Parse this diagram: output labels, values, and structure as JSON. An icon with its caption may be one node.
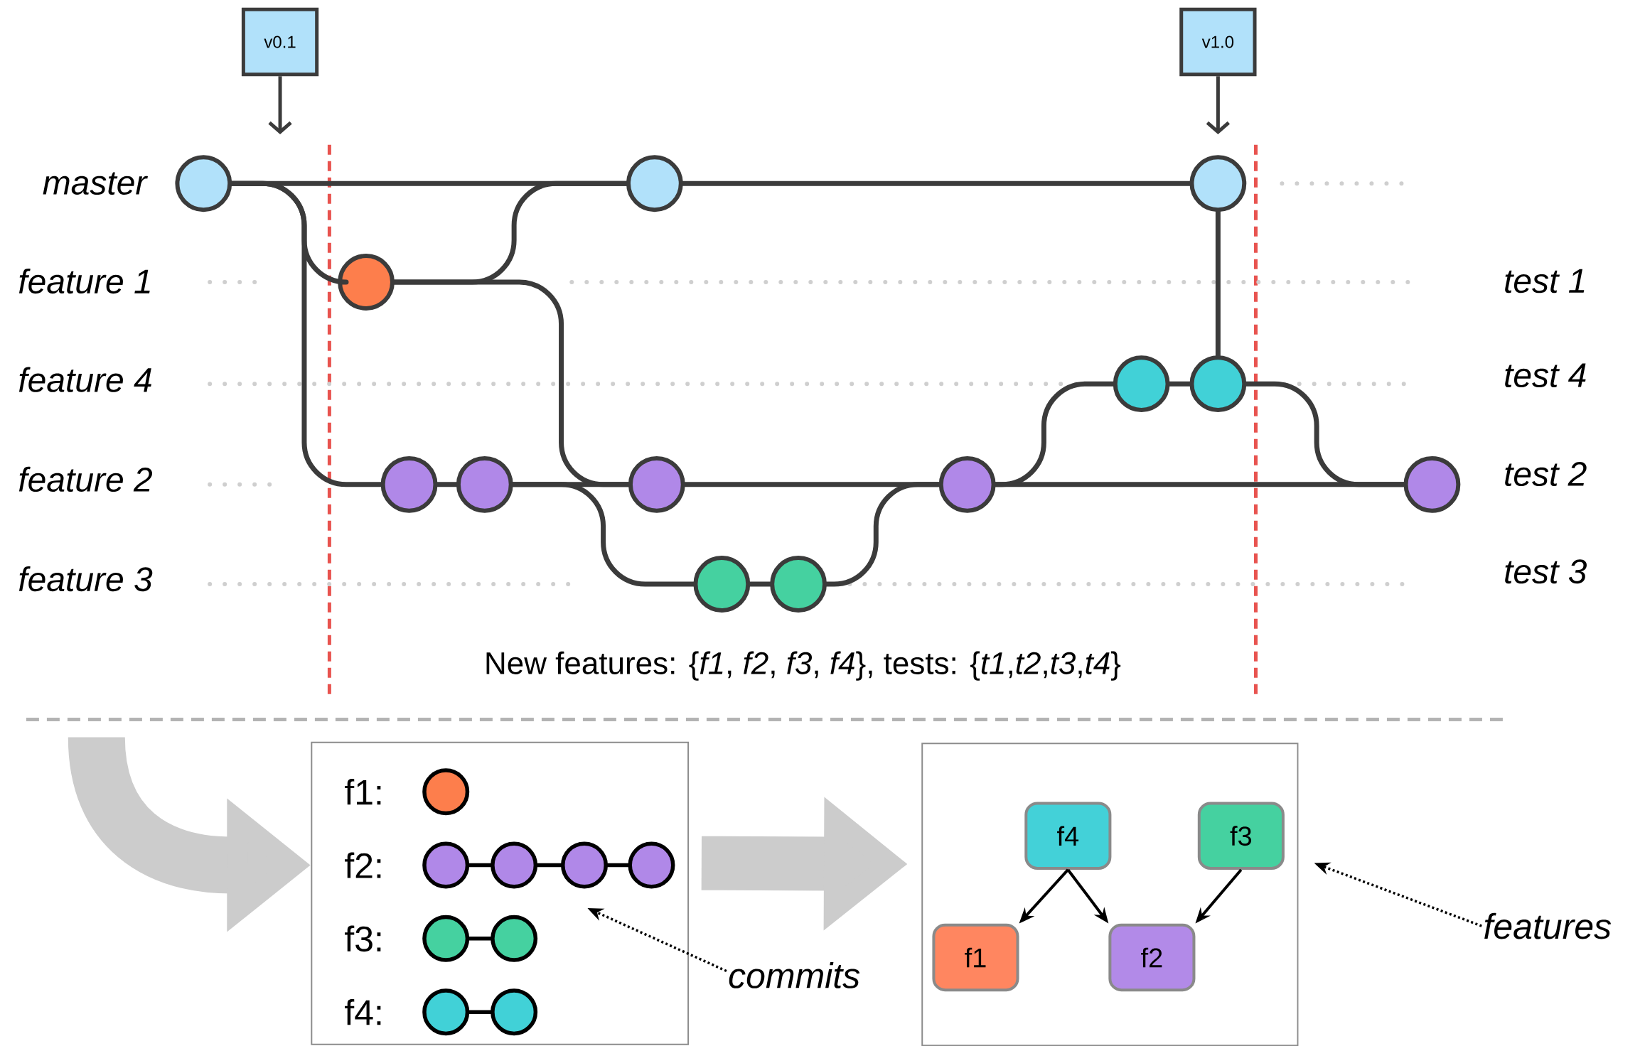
{
  "diagram": {
    "nodes": [
      {
        "text": [
          "v0.1"
        ]
      },
      {
        "text": [
          "v1.0"
        ]
      },
      {
        "text": [],
        "shape": "circle"
      },
      {
        "text": [],
        "shape": "circle"
      },
      {
        "text": [],
        "shape": "circle"
      },
      {
        "text": [],
        "shape": "circle"
      },
      {
        "text": [],
        "shape": "circle"
      },
      {
        "text": [],
        "shape": "circle"
      },
      {
        "text": [],
        "shape": "circle"
      },
      {
        "text": [],
        "shape": "circle"
      },
      {
        "text": [],
        "shape": "circle"
      },
      {
        "text": [],
        "shape": "circle"
      },
      {
        "text": [],
        "shape": "circle"
      },
      {
        "text": [],
        "shape": "circle"
      },
      {
        "text": [],
        "shape": "circle"
      },
      {
        "text": [
          "f1:",
          "f2:",
          "f3:",
          "f4:"
        ]
      },
      {
        "text": [],
        "shape": "circle",
        "in": 15
      },
      {
        "text": [],
        "shape": "circle",
        "in": 15
      },
      {
        "text": [],
        "shape": "circle",
        "in": 15
      },
      {
        "text": [],
        "shape": "circle",
        "in": 15
      },
      {
        "text": [],
        "shape": "circle",
        "in": 15
      },
      {
        "text": [],
        "shape": "circle",
        "in": 15
      },
      {
        "text": [],
        "shape": "circle",
        "in": 15
      },
      {
        "text": [],
        "shape": "circle",
        "in": 15
      },
      {
        "text": [],
        "shape": "circle",
        "in": 15
      },
      {
        "text": [
          "commits"
        ]
      },
      {
        "text": [],
        "shape": "box"
      },
      {
        "text": [
          "f4"
        ],
        "in": 26
      },
      {
        "text": [
          "f3"
        ],
        "in": 26
      },
      {
        "text": [
          "f1"
        ],
        "in": 26
      },
      {
        "text": [
          "f2"
        ],
        "in": 26
      },
      {
        "text": [
          "features"
        ]
      }
    ],
    "edges": [
      {
        "from": 0,
        "to": null,
        "arrow": "to"
      },
      {
        "from": 1,
        "to": null,
        "arrow": "to"
      },
      {
        "from": 2,
        "to": 3,
        "arrow": "none"
      },
      {
        "from": 3,
        "to": 4,
        "arrow": "none"
      },
      {
        "from": 2,
        "to": 5,
        "arrow": "none"
      },
      {
        "from": 2,
        "to": 8,
        "arrow": "none"
      },
      {
        "from": 5,
        "to": 3,
        "arrow": "none"
      },
      {
        "from": 5,
        "to": 10,
        "arrow": "none"
      },
      {
        "from": 8,
        "to": 9,
        "arrow": "none"
      },
      {
        "from": 9,
        "to": 10,
        "arrow": "none"
      },
      {
        "from": 9,
        "to": 13,
        "arrow": "none"
      },
      {
        "from": 10,
        "to": 11,
        "arrow": "none"
      },
      {
        "from": 13,
        "to": 14,
        "arrow": "none"
      },
      {
        "from": 14,
        "to": 11,
        "arrow": "none"
      },
      {
        "from": 11,
        "to": 6,
        "arrow": "none"
      },
      {
        "from": 6,
        "to": 7,
        "arrow": "none"
      },
      {
        "from": 7,
        "to": 4,
        "arrow": "none"
      },
      {
        "from": 11,
        "to": 12,
        "arrow": "none"
      },
      {
        "from": 7,
        "to": 12,
        "arrow": "none"
      },
      {
        "from": null,
        "to": 15,
        "arrow": "to",
        "style": "thick",
        "color": "#cccccc"
      },
      {
        "from": 15,
        "to": 26,
        "arrow": "to",
        "style": "thick",
        "color": "#cccccc"
      },
      {
        "from": 17,
        "to": 18,
        "arrow": "none",
        "color": "#000000"
      },
      {
        "from": 18,
        "to": 19,
        "arrow": "none",
        "color": "#000000"
      },
      {
        "from": 19,
        "to": 20,
        "arrow": "none",
        "color": "#000000"
      },
      {
        "from": 21,
        "to": 22,
        "arrow": "none",
        "color": "#000000"
      },
      {
        "from": 23,
        "to": 24,
        "arrow": "none",
        "color": "#000000"
      },
      {
        "from": 25,
        "to": null,
        "arrow": "to",
        "style": "dashed",
        "color": "#000000"
      },
      {
        "from": 27,
        "to": 29,
        "arrow": "to",
        "color": "#000000"
      },
      {
        "from": 27,
        "to": 30,
        "arrow": "to",
        "color": "#000000"
      },
      {
        "from": 28,
        "to": 30,
        "arrow": "to",
        "color": "#000000"
      },
      {
        "from": 31,
        "to": 26,
        "arrow": "to",
        "style": "dashed",
        "color": "#000000"
      }
    ],
    "labels": [
      "master",
      "feature 1",
      "test 1",
      "feature 4",
      "test 4",
      "feature 2",
      "test 2",
      "feature 3",
      "test 3",
      "New features: {*f1*, *f2*, *f3*, *f4*}, tests: {*t1*,*t2*,*t3*,*t4*}"
    ]
  }
}
